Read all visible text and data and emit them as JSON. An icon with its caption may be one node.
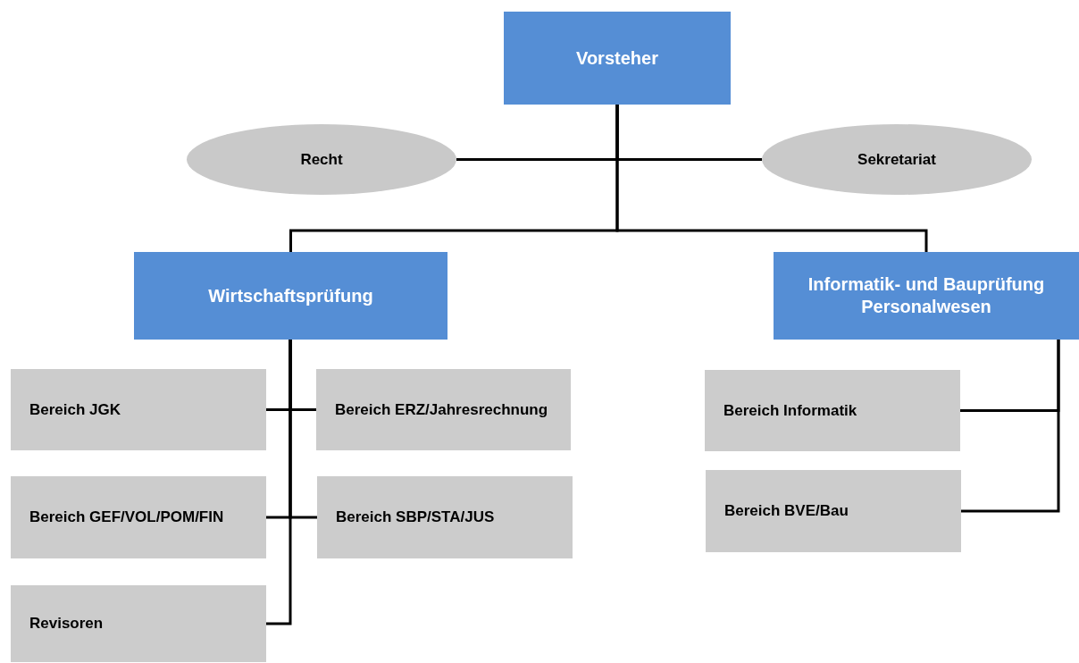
{
  "diagram": {
    "nodes": [
      {
        "text": [
          "Vorsteher"
        ]
      },
      {
        "text": [
          "Recht"
        ]
      },
      {
        "text": [
          "Sekretariat"
        ]
      },
      {
        "text": [
          "Wirtschaftsprüfung"
        ]
      },
      {
        "text": [
          "Informatik- und Bauprüfung",
          "Personalwesen"
        ]
      },
      {
        "text": [
          "Bereich JGK"
        ]
      },
      {
        "text": [
          "Bereich ERZ/Jahresrechnung"
        ]
      },
      {
        "text": [
          "Bereich GEF/VOL/POM/FIN"
        ]
      },
      {
        "text": [
          "Bereich SBP/STA/JUS"
        ]
      },
      {
        "text": [
          "Revisoren"
        ]
      },
      {
        "text": [
          "Bereich Informatik"
        ]
      },
      {
        "text": [
          "Bereich BVE/Bau"
        ]
      }
    ],
    "edges": [
      {
        "from": 0,
        "to": 1,
        "arrow": "none"
      },
      {
        "from": 0,
        "to": 2,
        "arrow": "none"
      },
      {
        "from": 0,
        "to": 3,
        "arrow": "none"
      },
      {
        "from": 0,
        "to": 4,
        "arrow": "none"
      },
      {
        "from": 3,
        "to": 5,
        "arrow": "none"
      },
      {
        "from": 3,
        "to": 6,
        "arrow": "none"
      },
      {
        "from": 3,
        "to": 7,
        "arrow": "none"
      },
      {
        "from": 3,
        "to": 8,
        "arrow": "none"
      },
      {
        "from": 3,
        "to": 9,
        "arrow": "none"
      },
      {
        "from": 4,
        "to": 10,
        "arrow": "none"
      },
      {
        "from": 4,
        "to": 11,
        "arrow": "none"
      }
    ]
  }
}
